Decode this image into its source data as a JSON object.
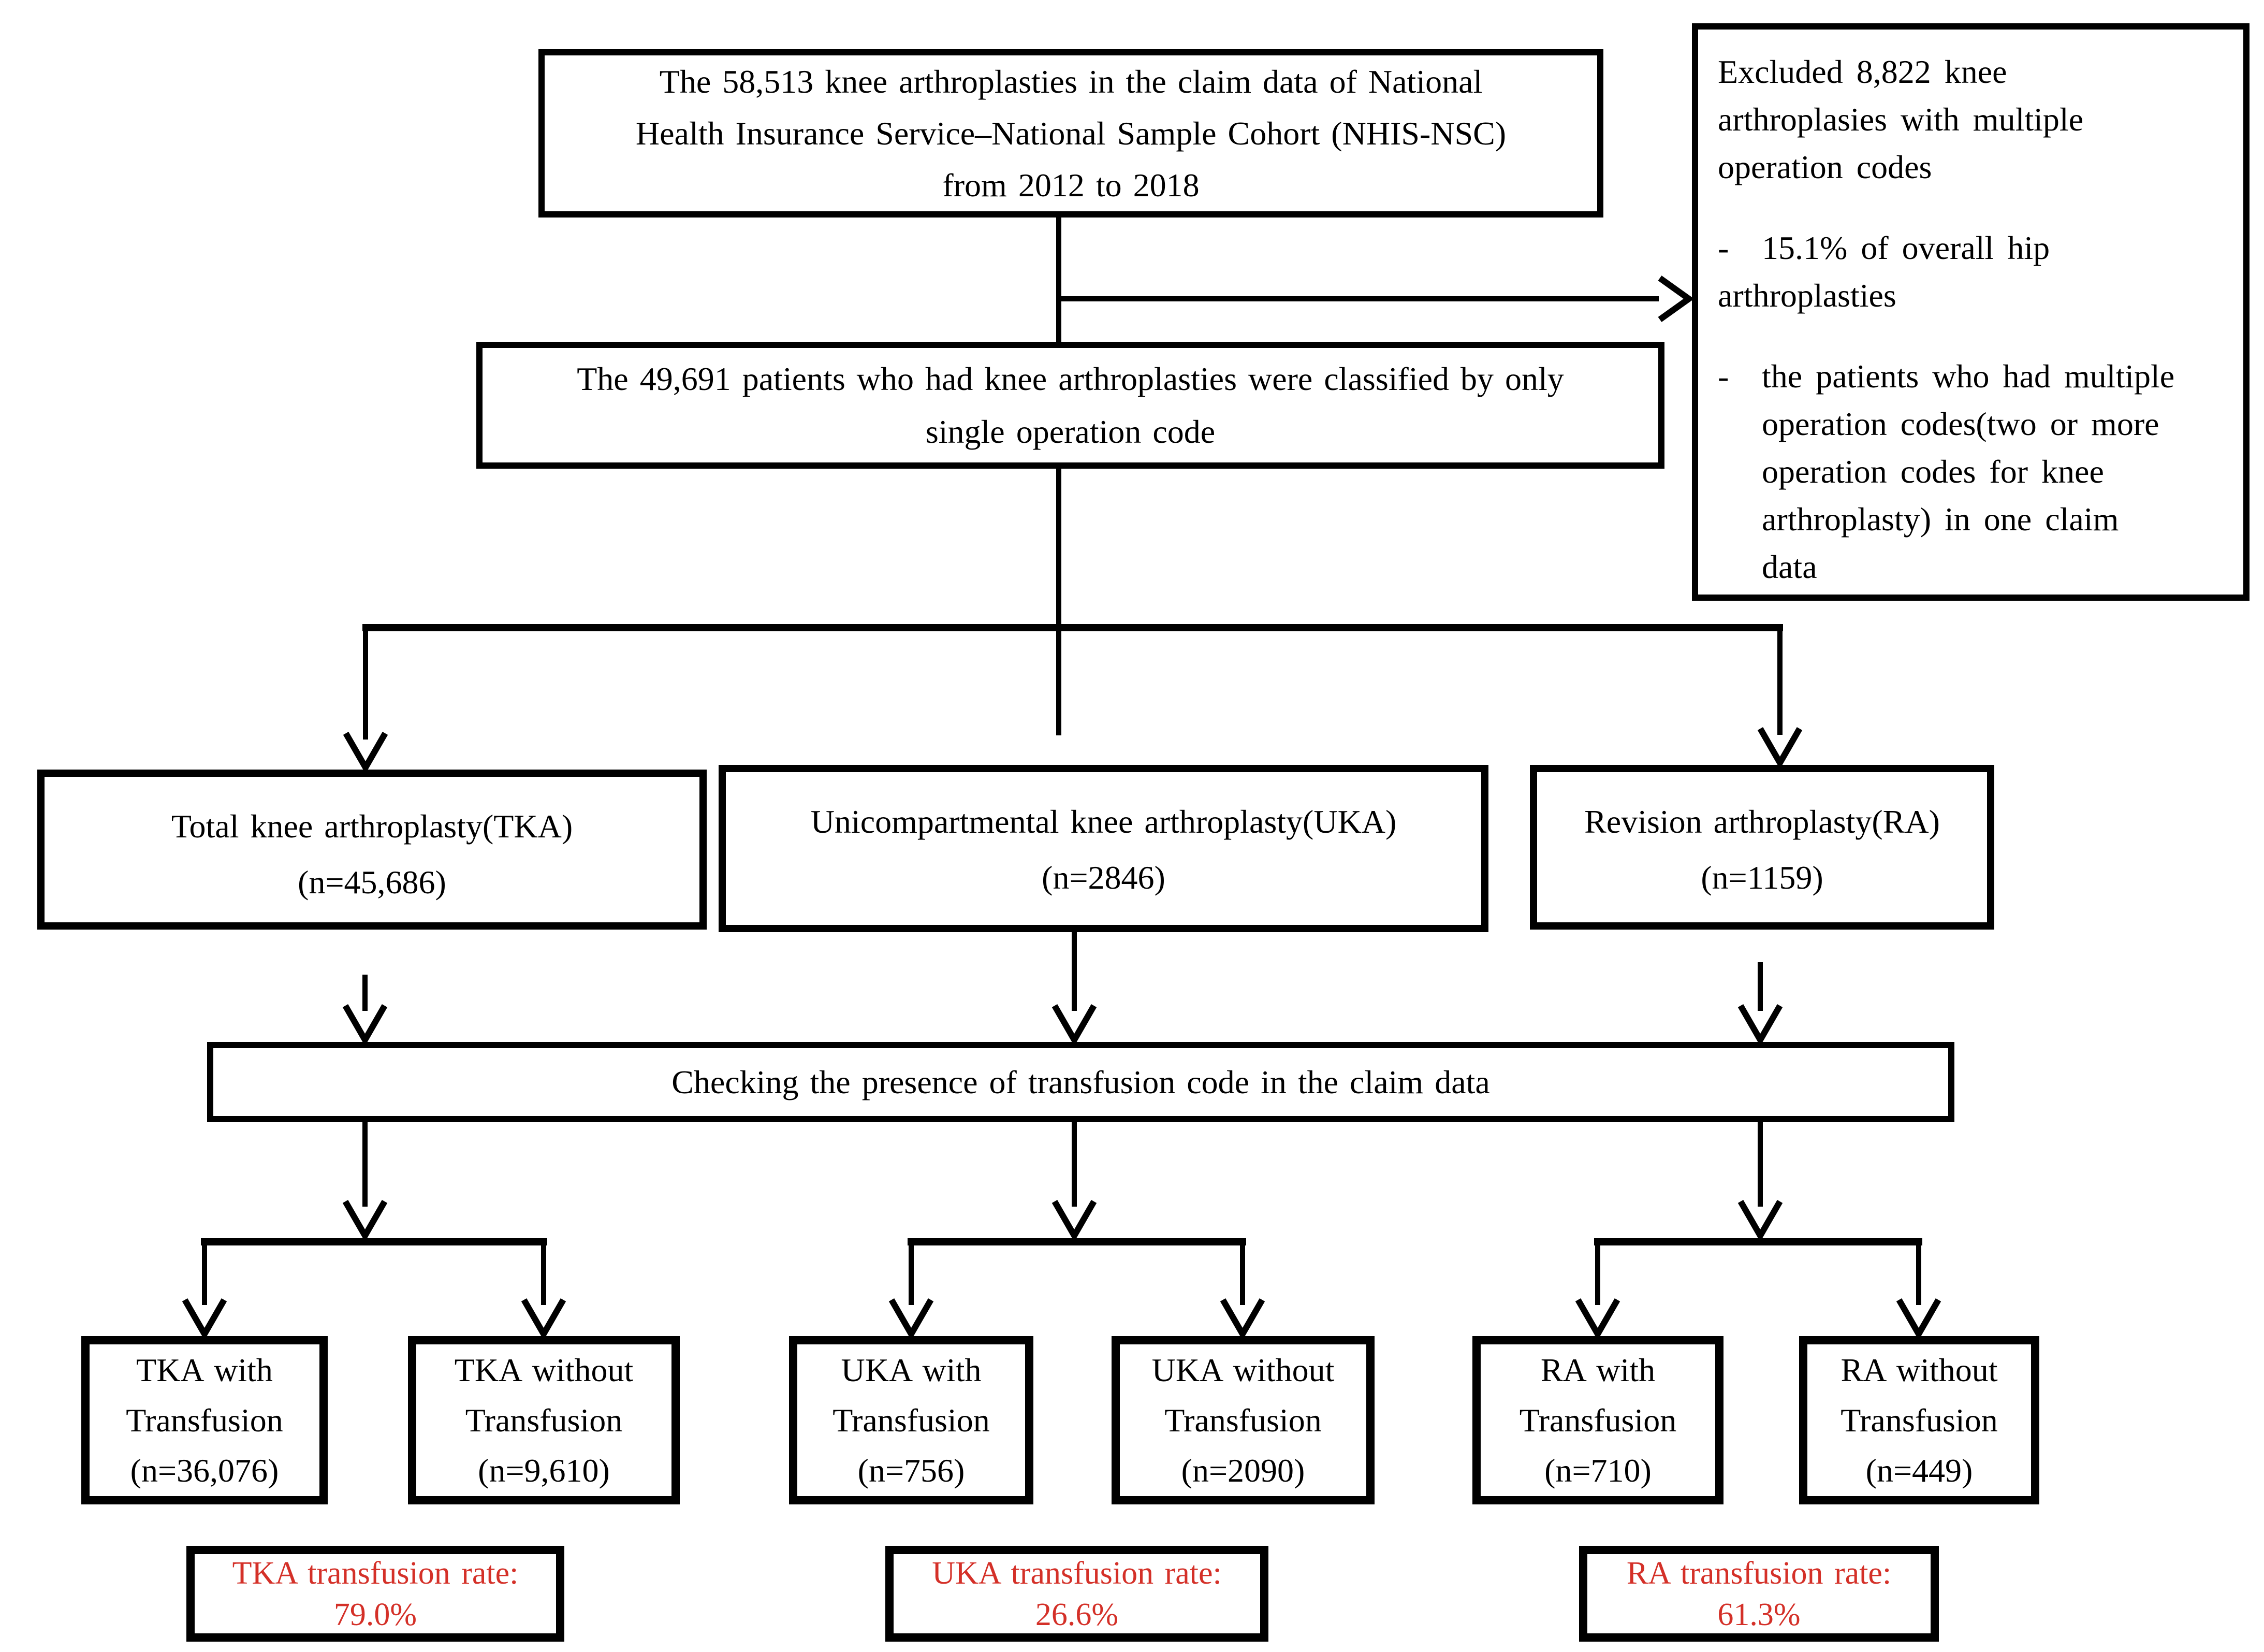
{
  "colors": {
    "border": "#000000",
    "text": "#000000",
    "rate_text": "#d43028",
    "background": "#ffffff"
  },
  "boxes": {
    "top": {
      "lines": [
        "The 58,513 knee arthroplasties in the claim data of National",
        "Health Insurance Service–National Sample Cohort (NHIS-NSC)",
        "from 2012 to 2018"
      ]
    },
    "excluded": {
      "dash": "-",
      "lines": [
        "Excluded 8,822 knee",
        "arthroplasies with multiple",
        "operation codes",
        "15.1% of overall hip",
        "arthroplasties",
        "the patients who had multiple",
        "operation codes(two or more",
        "operation codes for knee",
        "arthroplasty) in one claim",
        "data"
      ]
    },
    "classified": {
      "lines": [
        "The 49,691 patients who had knee arthroplasties were classified by only",
        "single operation code"
      ]
    },
    "tka": {
      "lines": [
        "Total knee arthroplasty(TKA)",
        "(n=45,686)"
      ]
    },
    "uka": {
      "lines": [
        "Unicompartmental knee arthroplasty(UKA)",
        "(n=2846)"
      ]
    },
    "ra": {
      "lines": [
        "Revision arthroplasty(RA)",
        "(n=1159)"
      ]
    },
    "checking": {
      "lines": [
        "Checking the presence of transfusion code in the claim data"
      ]
    },
    "tka_with": {
      "lines": [
        "TKA with",
        "Transfusion",
        "(n=36,076)"
      ]
    },
    "tka_without": {
      "lines": [
        "TKA without",
        "Transfusion",
        "(n=9,610)"
      ]
    },
    "uka_with": {
      "lines": [
        "UKA with",
        "Transfusion",
        "(n=756)"
      ]
    },
    "uka_without": {
      "lines": [
        "UKA without",
        "Transfusion",
        "(n=2090)"
      ]
    },
    "ra_with": {
      "lines": [
        "RA with",
        "Transfusion",
        "(n=710)"
      ]
    },
    "ra_without": {
      "lines": [
        "RA without",
        "Transfusion",
        "(n=449)"
      ]
    },
    "tka_rate": {
      "lines": [
        "TKA transfusion rate:",
        "79.0%"
      ]
    },
    "uka_rate": {
      "lines": [
        "UKA transfusion rate:",
        "26.6%"
      ]
    },
    "ra_rate": {
      "lines": [
        "RA transfusion rate:",
        "61.3%"
      ]
    }
  }
}
